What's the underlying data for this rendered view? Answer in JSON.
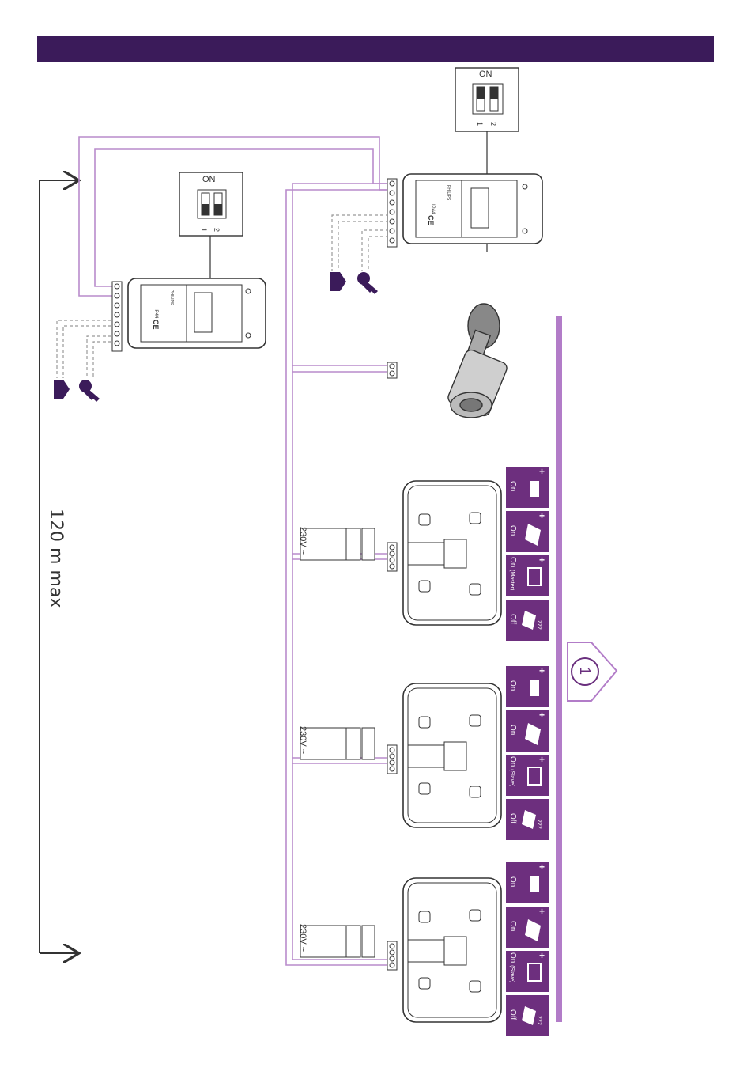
{
  "header": {
    "color": "#3b1b5a"
  },
  "distance": {
    "label": "120 m max"
  },
  "dip_switch": {
    "on_label": "ON",
    "pos1": "1",
    "pos2": "2"
  },
  "power": {
    "label": "230V ~"
  },
  "colors": {
    "wire": "#b98ccc",
    "line_dark": "#333333",
    "accent": "#6a2f7e",
    "tile": "#6d2f7e",
    "group_line": "#b27cc8"
  },
  "outdoor_unit": {
    "brand": "PHILIPS",
    "rating": "IP44",
    "marks": "CE"
  },
  "monitors": [
    {
      "settings": [
        {
          "state": "On",
          "icon": "door-lock-icon"
        },
        {
          "state": "On",
          "icon": "camera-icon"
        },
        {
          "state": "On",
          "mode": "(Master)",
          "icon": "monitor-icon"
        },
        {
          "state": "Off",
          "icon": "sleep-camera-icon"
        }
      ]
    },
    {
      "settings": [
        {
          "state": "On",
          "icon": "door-lock-icon"
        },
        {
          "state": "On",
          "icon": "camera-icon"
        },
        {
          "state": "On",
          "mode": "(Slave)",
          "icon": "monitor-icon"
        },
        {
          "state": "Off",
          "icon": "sleep-camera-icon"
        }
      ]
    },
    {
      "settings": [
        {
          "state": "On",
          "icon": "door-lock-icon"
        },
        {
          "state": "On",
          "icon": "camera-icon"
        },
        {
          "state": "On",
          "mode": "(Slave)",
          "icon": "monitor-icon"
        },
        {
          "state": "Off",
          "icon": "sleep-camera-icon"
        }
      ]
    }
  ],
  "step_badge": {
    "number": "1"
  },
  "icons": [
    "gate-icon",
    "key-icon",
    "bullet-camera-icon",
    "arrow-icon"
  ]
}
